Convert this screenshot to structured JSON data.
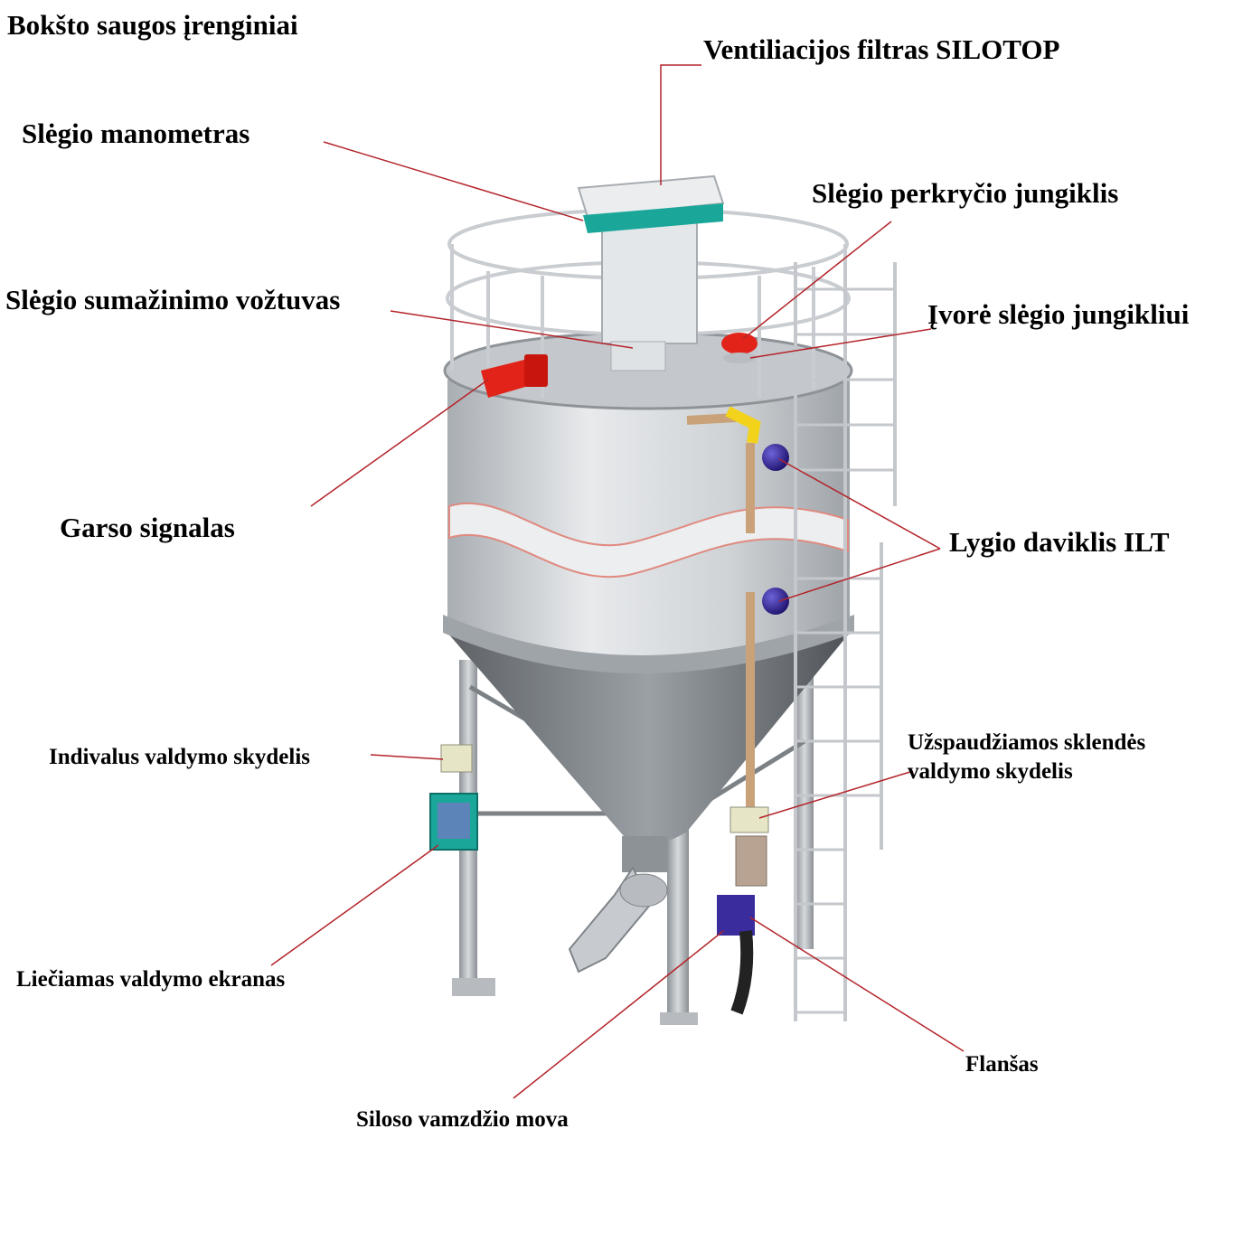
{
  "title": "Bokšto saugos įrenginiai",
  "labels": {
    "ventilation_filter": "Ventiliacijos filtras SILOTOP",
    "pressure_gauge": "Slėgio manometras",
    "overpressure_switch": "Slėgio perkryčio jungiklis",
    "relief_valve": "Slėgio sumažinimo vožtuvas",
    "switch_socket": "Įvorė slėgio jungikliui",
    "sound_signal": "Garso signalas",
    "level_sensor": "Lygio daviklis ILT",
    "individual_panel": "Indivalus valdymo skydelis",
    "clamp_valve_panel_line1": "Užspaudžiamos sklendės",
    "clamp_valve_panel_line2": "valdymo skydelis",
    "touch_screen": "Liečiamas valdymo ekranas",
    "flange": "Flanšas",
    "pipe_coupling": "Siloso vamzdžio mova"
  },
  "colors": {
    "leader_line": "#b3242a",
    "silo_body": "#d6d9dc",
    "accent_red": "#e2231a",
    "sensor_blue": "#2a1a8c",
    "filter_teal": "#1aa79a",
    "pipe_tan": "#c9a27a"
  }
}
